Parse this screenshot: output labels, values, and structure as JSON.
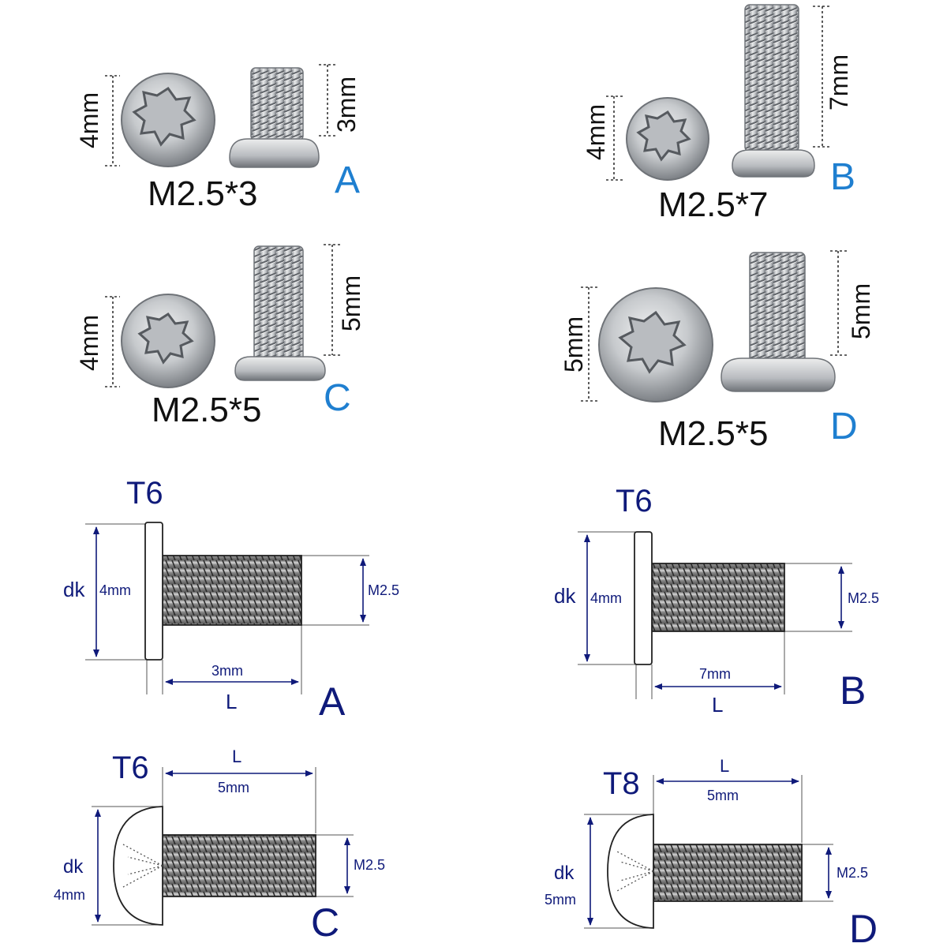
{
  "photos": [
    {
      "id": "A",
      "size": "M2.5*3",
      "head_dim": "4mm",
      "length_dim": "3mm",
      "letter": "A"
    },
    {
      "id": "B",
      "size": "M2.5*7",
      "head_dim": "4mm",
      "length_dim": "7mm",
      "letter": "B"
    },
    {
      "id": "C",
      "size": "M2.5*5",
      "head_dim": "4mm",
      "length_dim": "5mm",
      "letter": "C"
    },
    {
      "id": "D",
      "size": "M2.5*5",
      "head_dim": "5mm",
      "length_dim": "5mm",
      "letter": "D"
    }
  ],
  "drawings": [
    {
      "id": "A",
      "drive": "T6",
      "dk": "dk",
      "head": "4mm",
      "thread": "M2.5",
      "length": "3mm",
      "l": "L",
      "letter": "A"
    },
    {
      "id": "B",
      "drive": "T6",
      "dk": "dk",
      "head": "4mm",
      "thread": "M2.5",
      "length": "7mm",
      "l": "L",
      "letter": "B"
    },
    {
      "id": "C",
      "drive": "T6",
      "dk": "dk",
      "head": "4mm",
      "thread": "M2.5",
      "length": "5mm",
      "l": "L",
      "letter": "C"
    },
    {
      "id": "D",
      "drive": "T8",
      "dk": "dk",
      "head": "5mm",
      "thread": "M2.5",
      "length": "5mm",
      "l": "L",
      "letter": "D"
    }
  ],
  "colors": {
    "letter_blue": "#1f7fd0",
    "drawing_navy": "#0f1a7a",
    "metal": "#c9ccd0"
  }
}
